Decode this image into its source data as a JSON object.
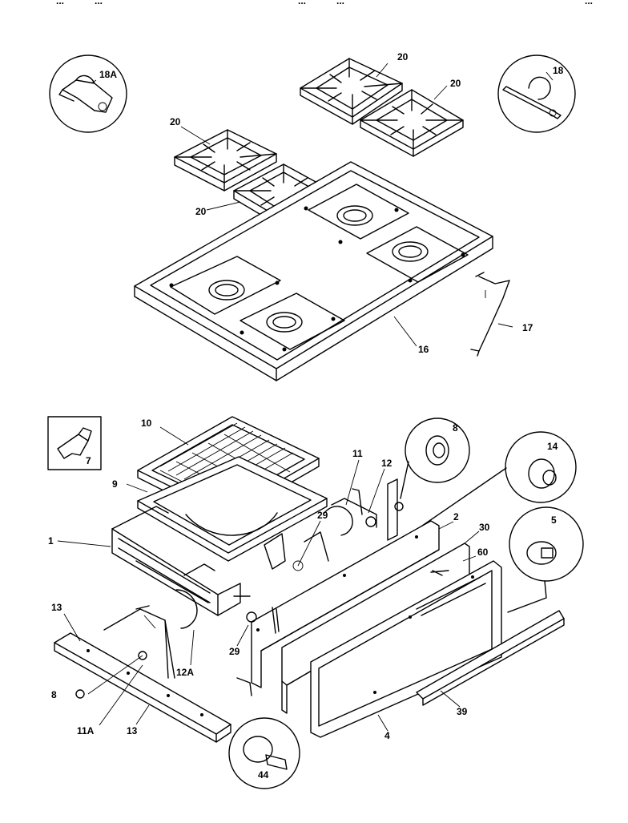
{
  "header": {
    "fragments": [
      "...",
      "...",
      "...",
      "...",
      "..."
    ]
  },
  "labels": {
    "p20a": "20",
    "p20b": "20",
    "p20c": "20",
    "p20d": "20",
    "p18a": "18A",
    "p18": "18",
    "p16": "16",
    "p17": "17",
    "p10": "10",
    "p9": "9",
    "p1": "1",
    "p7": "7",
    "p11": "11",
    "p12": "12",
    "p8a": "8",
    "p8b": "8",
    "p14": "14",
    "p2": "2",
    "p30": "30",
    "p60": "60",
    "p5": "5",
    "p29a": "29",
    "p29b": "29",
    "p13a": "13",
    "p13b": "13",
    "p12a": "12A",
    "p11a": "11A",
    "p44": "44",
    "p4": "4",
    "p39": "39"
  }
}
